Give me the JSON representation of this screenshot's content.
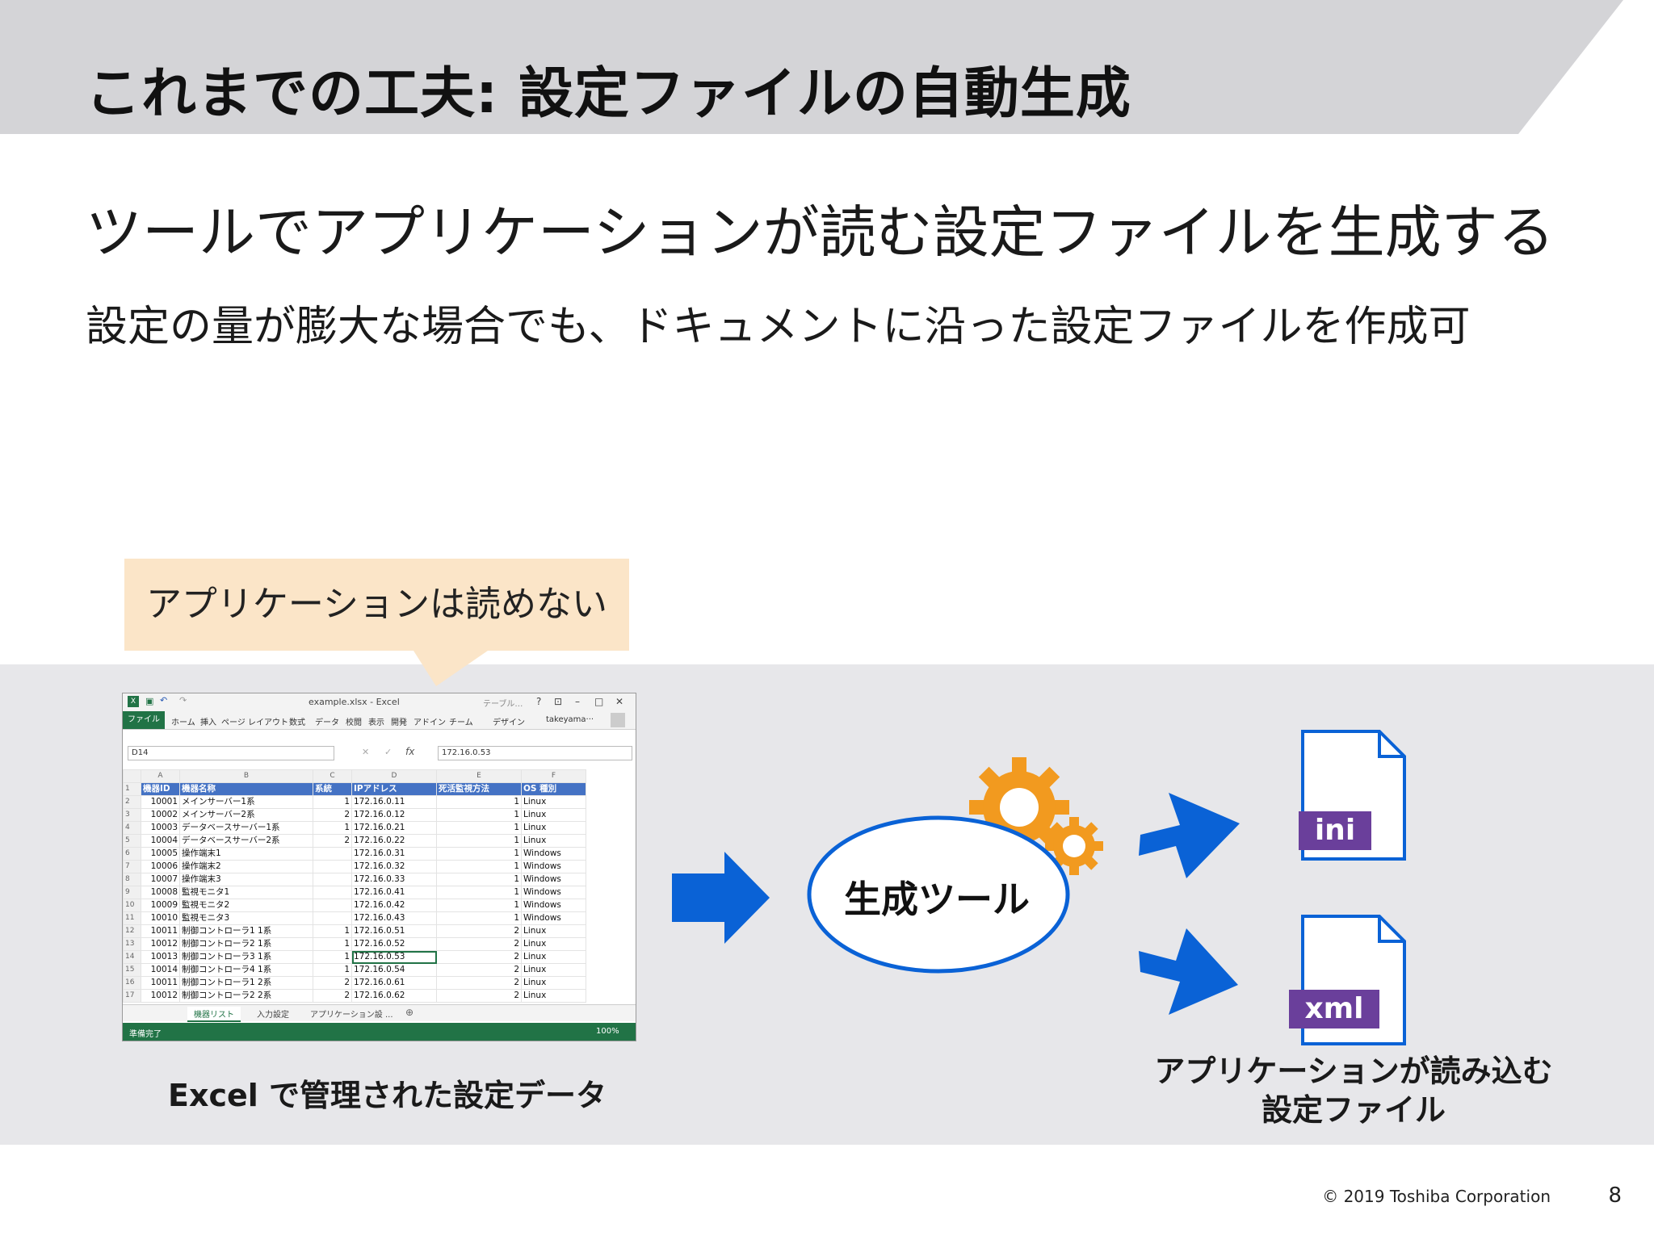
{
  "title": "これまでの工夫: 設定ファイルの自動生成",
  "subtitle": "ツールでアプリケーションが読む設定ファイルを生成する",
  "subtext": "設定の量が膨大な場合でも、ドキュメントに沿った設定ファイルを作成可",
  "callout": "アプリケーションは読めない",
  "excel": {
    "window_title": "example.xlsx - Excel",
    "table_tools": "テーブル…",
    "design_tab": "デザイン",
    "user": "takeyama···",
    "file_tab": "ファイル",
    "ribbon_tabs": [
      "ホーム",
      "挿入",
      "ページ レイアウト",
      "数式",
      "データ",
      "校閲",
      "表示",
      "開発",
      "アドイン",
      "チーム"
    ],
    "name_box": "D14",
    "formula_value": "172.16.0.53",
    "col_headers": [
      "A",
      "B",
      "C",
      "D",
      "E",
      "F"
    ],
    "header_row": [
      "機器ID",
      "機器名称",
      "系統",
      "IPアドレス",
      "死活監視方法",
      "OS 種別"
    ],
    "rows": [
      [
        "10001",
        "メインサーバー1系",
        "1",
        "172.16.0.11",
        "1",
        "Linux"
      ],
      [
        "10002",
        "メインサーバー2系",
        "2",
        "172.16.0.12",
        "1",
        "Linux"
      ],
      [
        "10003",
        "データベースサーバー1系",
        "1",
        "172.16.0.21",
        "1",
        "Linux"
      ],
      [
        "10004",
        "データベースサーバー2系",
        "2",
        "172.16.0.22",
        "1",
        "Linux"
      ],
      [
        "10005",
        "操作端末1",
        "",
        "172.16.0.31",
        "1",
        "Windows"
      ],
      [
        "10006",
        "操作端末2",
        "",
        "172.16.0.32",
        "1",
        "Windows"
      ],
      [
        "10007",
        "操作端末3",
        "",
        "172.16.0.33",
        "1",
        "Windows"
      ],
      [
        "10008",
        "監視モニタ1",
        "",
        "172.16.0.41",
        "1",
        "Windows"
      ],
      [
        "10009",
        "監視モニタ2",
        "",
        "172.16.0.42",
        "1",
        "Windows"
      ],
      [
        "10010",
        "監視モニタ3",
        "",
        "172.16.0.43",
        "1",
        "Windows"
      ],
      [
        "10011",
        "制御コントローラ1 1系",
        "1",
        "172.16.0.51",
        "2",
        "Linux"
      ],
      [
        "10012",
        "制御コントローラ2 1系",
        "1",
        "172.16.0.52",
        "2",
        "Linux"
      ],
      [
        "10013",
        "制御コントローラ3 1系",
        "1",
        "172.16.0.53",
        "2",
        "Linux"
      ],
      [
        "10014",
        "制御コントローラ4 1系",
        "1",
        "172.16.0.54",
        "2",
        "Linux"
      ],
      [
        "10011",
        "制御コントローラ1 2系",
        "2",
        "172.16.0.61",
        "2",
        "Linux"
      ],
      [
        "10012",
        "制御コントローラ2 2系",
        "2",
        "172.16.0.62",
        "2",
        "Linux"
      ]
    ],
    "sheet_tabs": [
      "機器リスト",
      "入力設定",
      "アプリケーション設 ..."
    ],
    "status_ready": "準備完了",
    "zoom": "100%"
  },
  "caption_excel": "Excel で管理された設定データ",
  "tool_label": "生成ツール",
  "file_ini": "ini",
  "file_xml": "xml",
  "caption_files_line1": "アプリケーションが読み込む",
  "caption_files_line2": "設定ファイル",
  "footer": "© 2019 Toshiba Corporation",
  "page_number": "8",
  "colors": {
    "title_band": "#d4d4d7",
    "gray_band": "#e7e7ea",
    "callout": "#fbe5c8",
    "arrow_blue": "#0a62d6",
    "gear_orange": "#f29a1f",
    "file_badge": "#6a3f9b",
    "excel_green": "#217346"
  }
}
